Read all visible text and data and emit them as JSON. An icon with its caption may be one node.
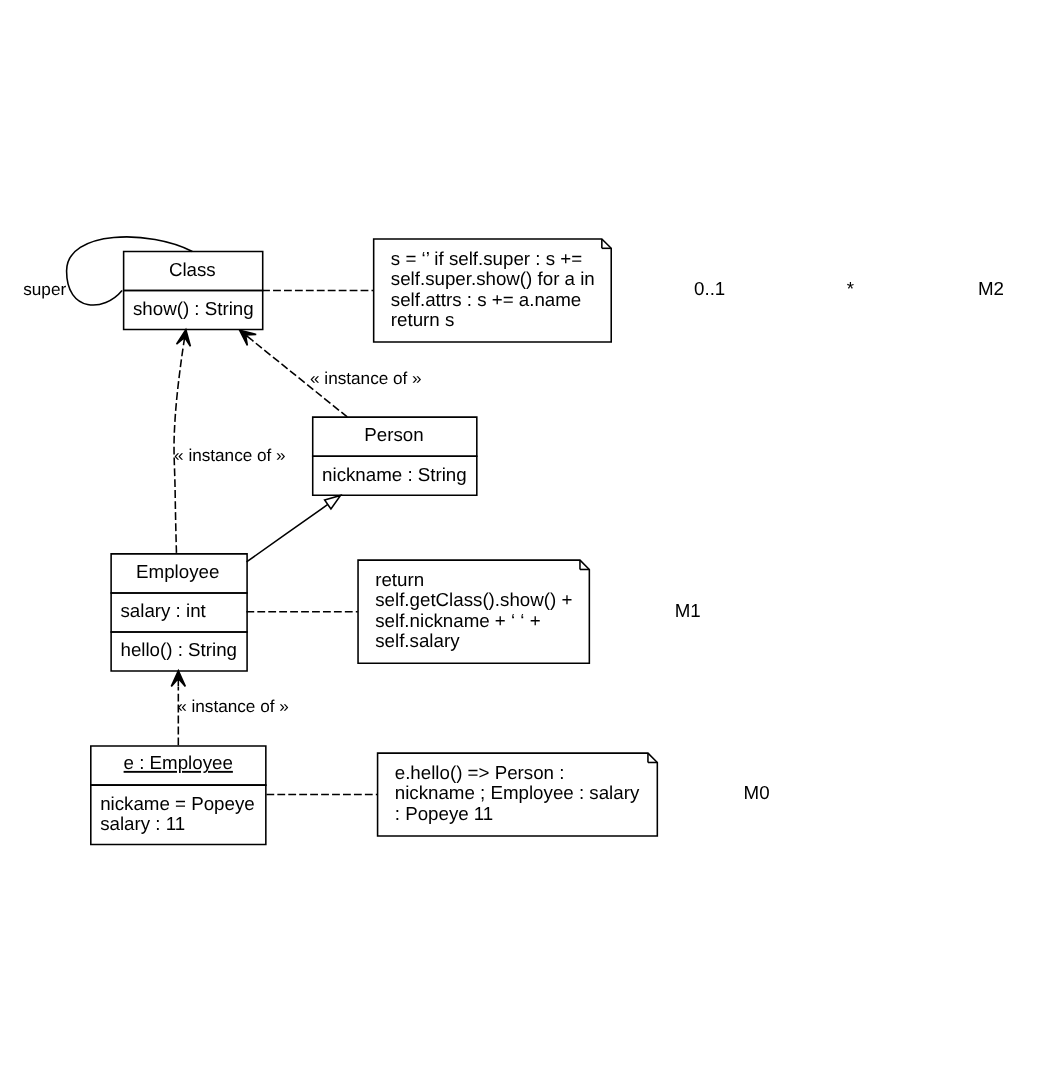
{
  "diagram": {
    "nodes": [
      {
        "text": [
          "Class",
          "show() : String"
        ]
      },
      {
        "text": [
          "s = ‘’ if self.super : s += self.super.show() for a in self.attrs : s += a.name return s"
        ]
      },
      {
        "text": [
          "Person",
          "nickname : String"
        ]
      },
      {
        "text": [
          "Employee",
          "salary : int",
          "hello() : String"
        ]
      },
      {
        "text": [
          "return self.getClass().show() + self.nickname + ‘ ‘ + self.salary"
        ]
      },
      {
        "text": [
          "e : Employee",
          "nickame = Popeye salary : 11"
        ]
      },
      {
        "text": [
          "e.hello() => Person : nickname ; Employee : salary : Popeye 11"
        ]
      }
    ],
    "edges": [
      {
        "from": 0,
        "to": 0,
        "arrow": "none",
        "label": "super"
      },
      {
        "from": 0,
        "to": 1,
        "arrow": "none",
        "style": "dashed"
      },
      {
        "from": 2,
        "to": 0,
        "arrow": "to",
        "style": "dashed",
        "label": "« instance of »"
      },
      {
        "from": 3,
        "to": 0,
        "arrow": "to",
        "style": "dashed",
        "label": "« instance of »"
      },
      {
        "from": 3,
        "to": 2,
        "arrow": "to"
      },
      {
        "from": 3,
        "to": 4,
        "arrow": "none",
        "style": "dashed"
      },
      {
        "from": 5,
        "to": 3,
        "arrow": "to",
        "style": "dashed",
        "label": "« instance of »"
      },
      {
        "from": 5,
        "to": 6,
        "arrow": "none",
        "style": "dashed"
      }
    ],
    "labels": [
      "0..1",
      "*",
      "M2",
      "M1",
      "M0"
    ]
  }
}
